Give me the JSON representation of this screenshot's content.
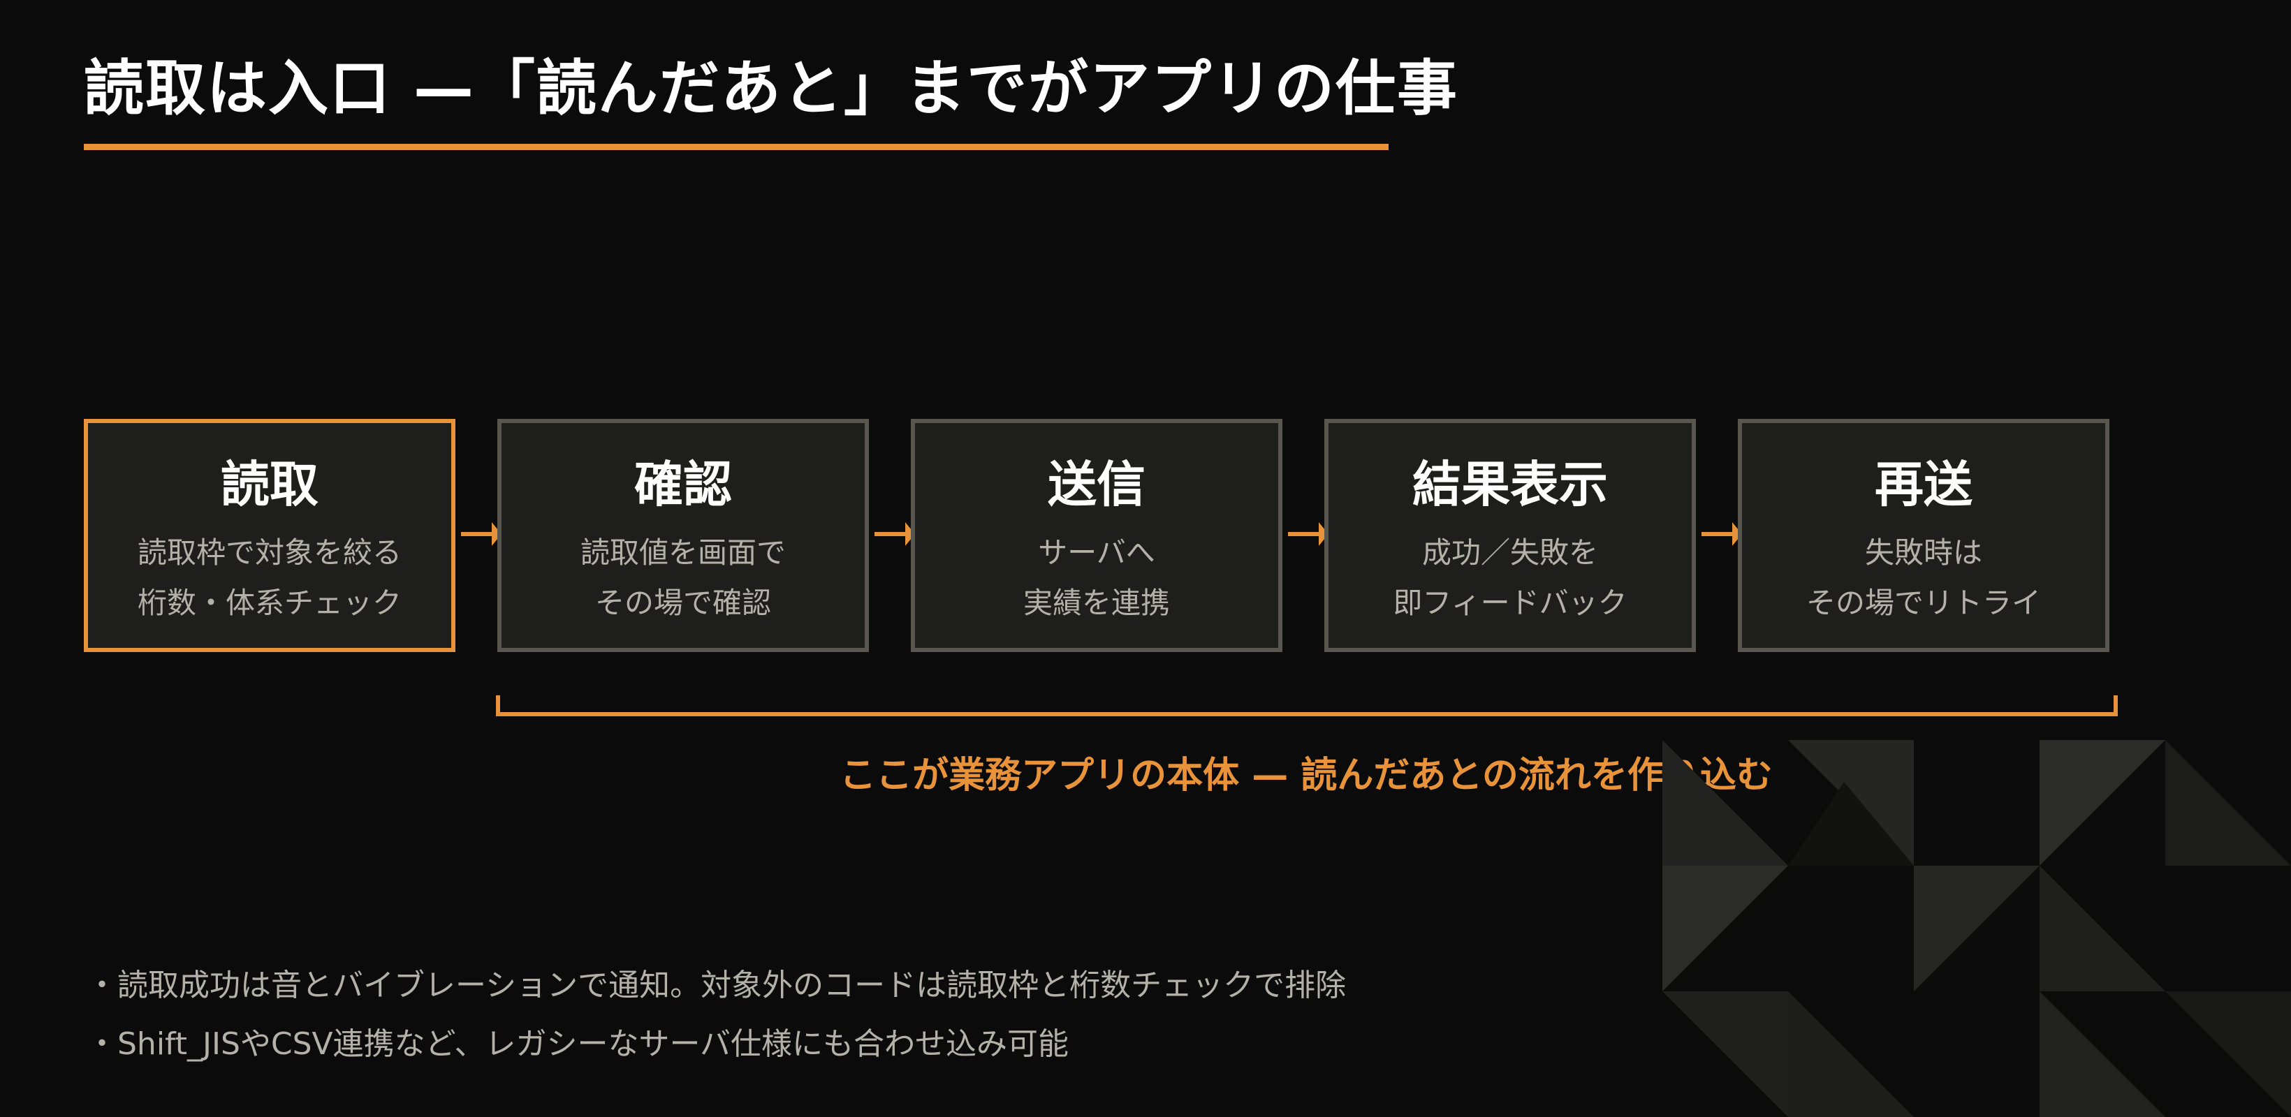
{
  "title": "読取は入口 —「読んだあと」までがアプリの仕事",
  "colors": {
    "accent": "#e8923a",
    "background": "#0b0b0b",
    "box_fill": "#1e1e1c",
    "box_border": "#58564f",
    "muted_text": "#b4b1a9"
  },
  "steps": [
    {
      "title": "読取",
      "lines": [
        "読取枠で対象を絞る",
        "桁数・体系チェック"
      ],
      "highlighted": true
    },
    {
      "title": "確認",
      "lines": [
        "読取値を画面で",
        "その場で確認"
      ],
      "highlighted": false
    },
    {
      "title": "送信",
      "lines": [
        "サーバへ",
        "実績を連携"
      ],
      "highlighted": false
    },
    {
      "title": "結果表示",
      "lines": [
        "成功／失敗を",
        "即フィードバック"
      ],
      "highlighted": false
    },
    {
      "title": "再送",
      "lines": [
        "失敗時は",
        "その場でリトライ"
      ],
      "highlighted": false
    }
  ],
  "bracket_caption": "ここが業務アプリの本体 — 読んだあとの流れを作り込む",
  "notes": [
    "・読取成功は音とバイブレーションで通知。対象外のコードは読取枠と桁数チェックで排除",
    "・Shift_JISやCSV連携など、レガシーなサーバ仕様にも合わせ込み可能"
  ]
}
